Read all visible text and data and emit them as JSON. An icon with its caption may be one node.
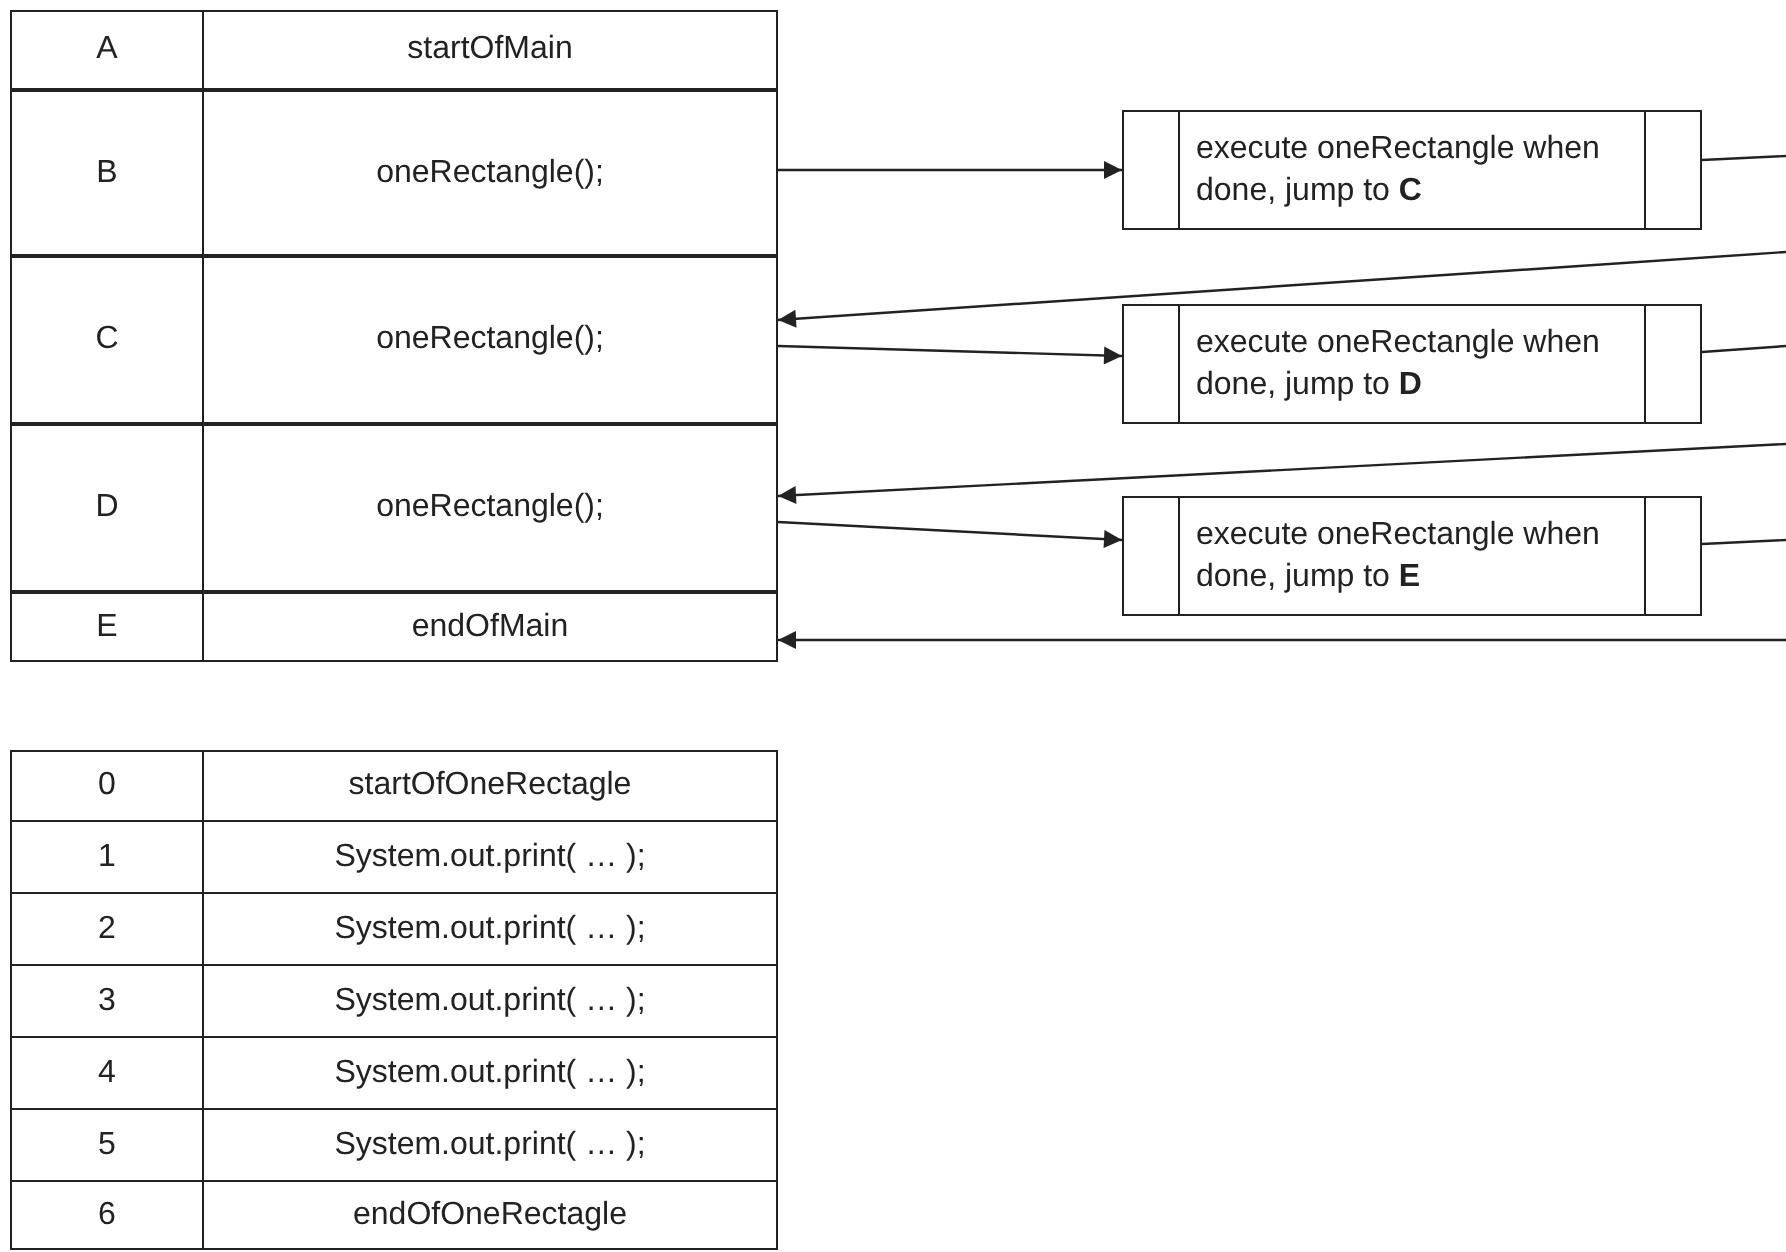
{
  "diagram": {
    "nodes": [
      {
        "text": [
          "A",
          "startOfMain"
        ]
      },
      {
        "text": [
          "B",
          "oneRectangle();"
        ]
      },
      {
        "text": [
          "C",
          "oneRectangle();"
        ]
      },
      {
        "text": [
          "D",
          "oneRectangle();"
        ]
      },
      {
        "text": [
          "E",
          "endOfMain"
        ]
      },
      {
        "text": [
          "execute oneRectangle when done, jump to **C**"
        ]
      },
      {
        "text": [
          "execute oneRectangle when done, jump to **D**"
        ]
      },
      {
        "text": [
          "execute oneRectangle when done, jump to **E**"
        ]
      },
      {
        "text": [
          "0",
          "startOfOneRectagle"
        ]
      },
      {
        "text": [
          "1",
          "System.out.print( … );"
        ]
      },
      {
        "text": [
          "2",
          "System.out.print( … );"
        ]
      },
      {
        "text": [
          "3",
          "System.out.print( … );"
        ]
      },
      {
        "text": [
          "4",
          "System.out.print( … );"
        ]
      },
      {
        "text": [
          "5",
          "System.out.print( … );"
        ]
      },
      {
        "text": [
          "6",
          "endOfOneRectagle"
        ]
      }
    ],
    "edges": [
      {
        "from": 1,
        "to": 5,
        "arrow": "to"
      },
      {
        "from": 5,
        "to": null,
        "arrow": "none"
      },
      {
        "from": null,
        "to": 2,
        "arrow": "to"
      },
      {
        "from": 2,
        "to": 6,
        "arrow": "to"
      },
      {
        "from": 6,
        "to": null,
        "arrow": "none"
      },
      {
        "from": null,
        "to": 3,
        "arrow": "to"
      },
      {
        "from": 3,
        "to": 7,
        "arrow": "to"
      },
      {
        "from": 7,
        "to": null,
        "arrow": "none"
      },
      {
        "from": null,
        "to": 4,
        "arrow": "to"
      }
    ]
  }
}
